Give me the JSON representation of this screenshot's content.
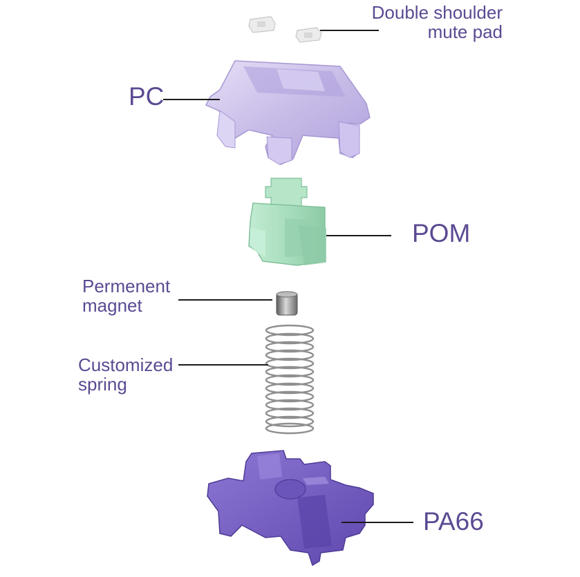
{
  "colors": {
    "label_text": "#5b4a92",
    "leader_line": "#1a1a1a",
    "pc_housing": "#c9bde8",
    "pom_stem": "#a8dcbd",
    "pa66_housing": "#7b62c4",
    "mute_pad": "#eeeeee",
    "magnet": "#8a8a8a",
    "spring": "#9a9a9a"
  },
  "parts": [
    {
      "id": "mute-pad",
      "lines": [
        "Double shoulder",
        "mute pad"
      ]
    },
    {
      "id": "pc",
      "lines": [
        "PC"
      ]
    },
    {
      "id": "pom",
      "lines": [
        "POM"
      ]
    },
    {
      "id": "magnet",
      "lines": [
        "Permenent",
        "magnet"
      ]
    },
    {
      "id": "spring",
      "lines": [
        "Customized",
        "spring"
      ]
    },
    {
      "id": "pa66",
      "lines": [
        "PA66"
      ]
    }
  ]
}
